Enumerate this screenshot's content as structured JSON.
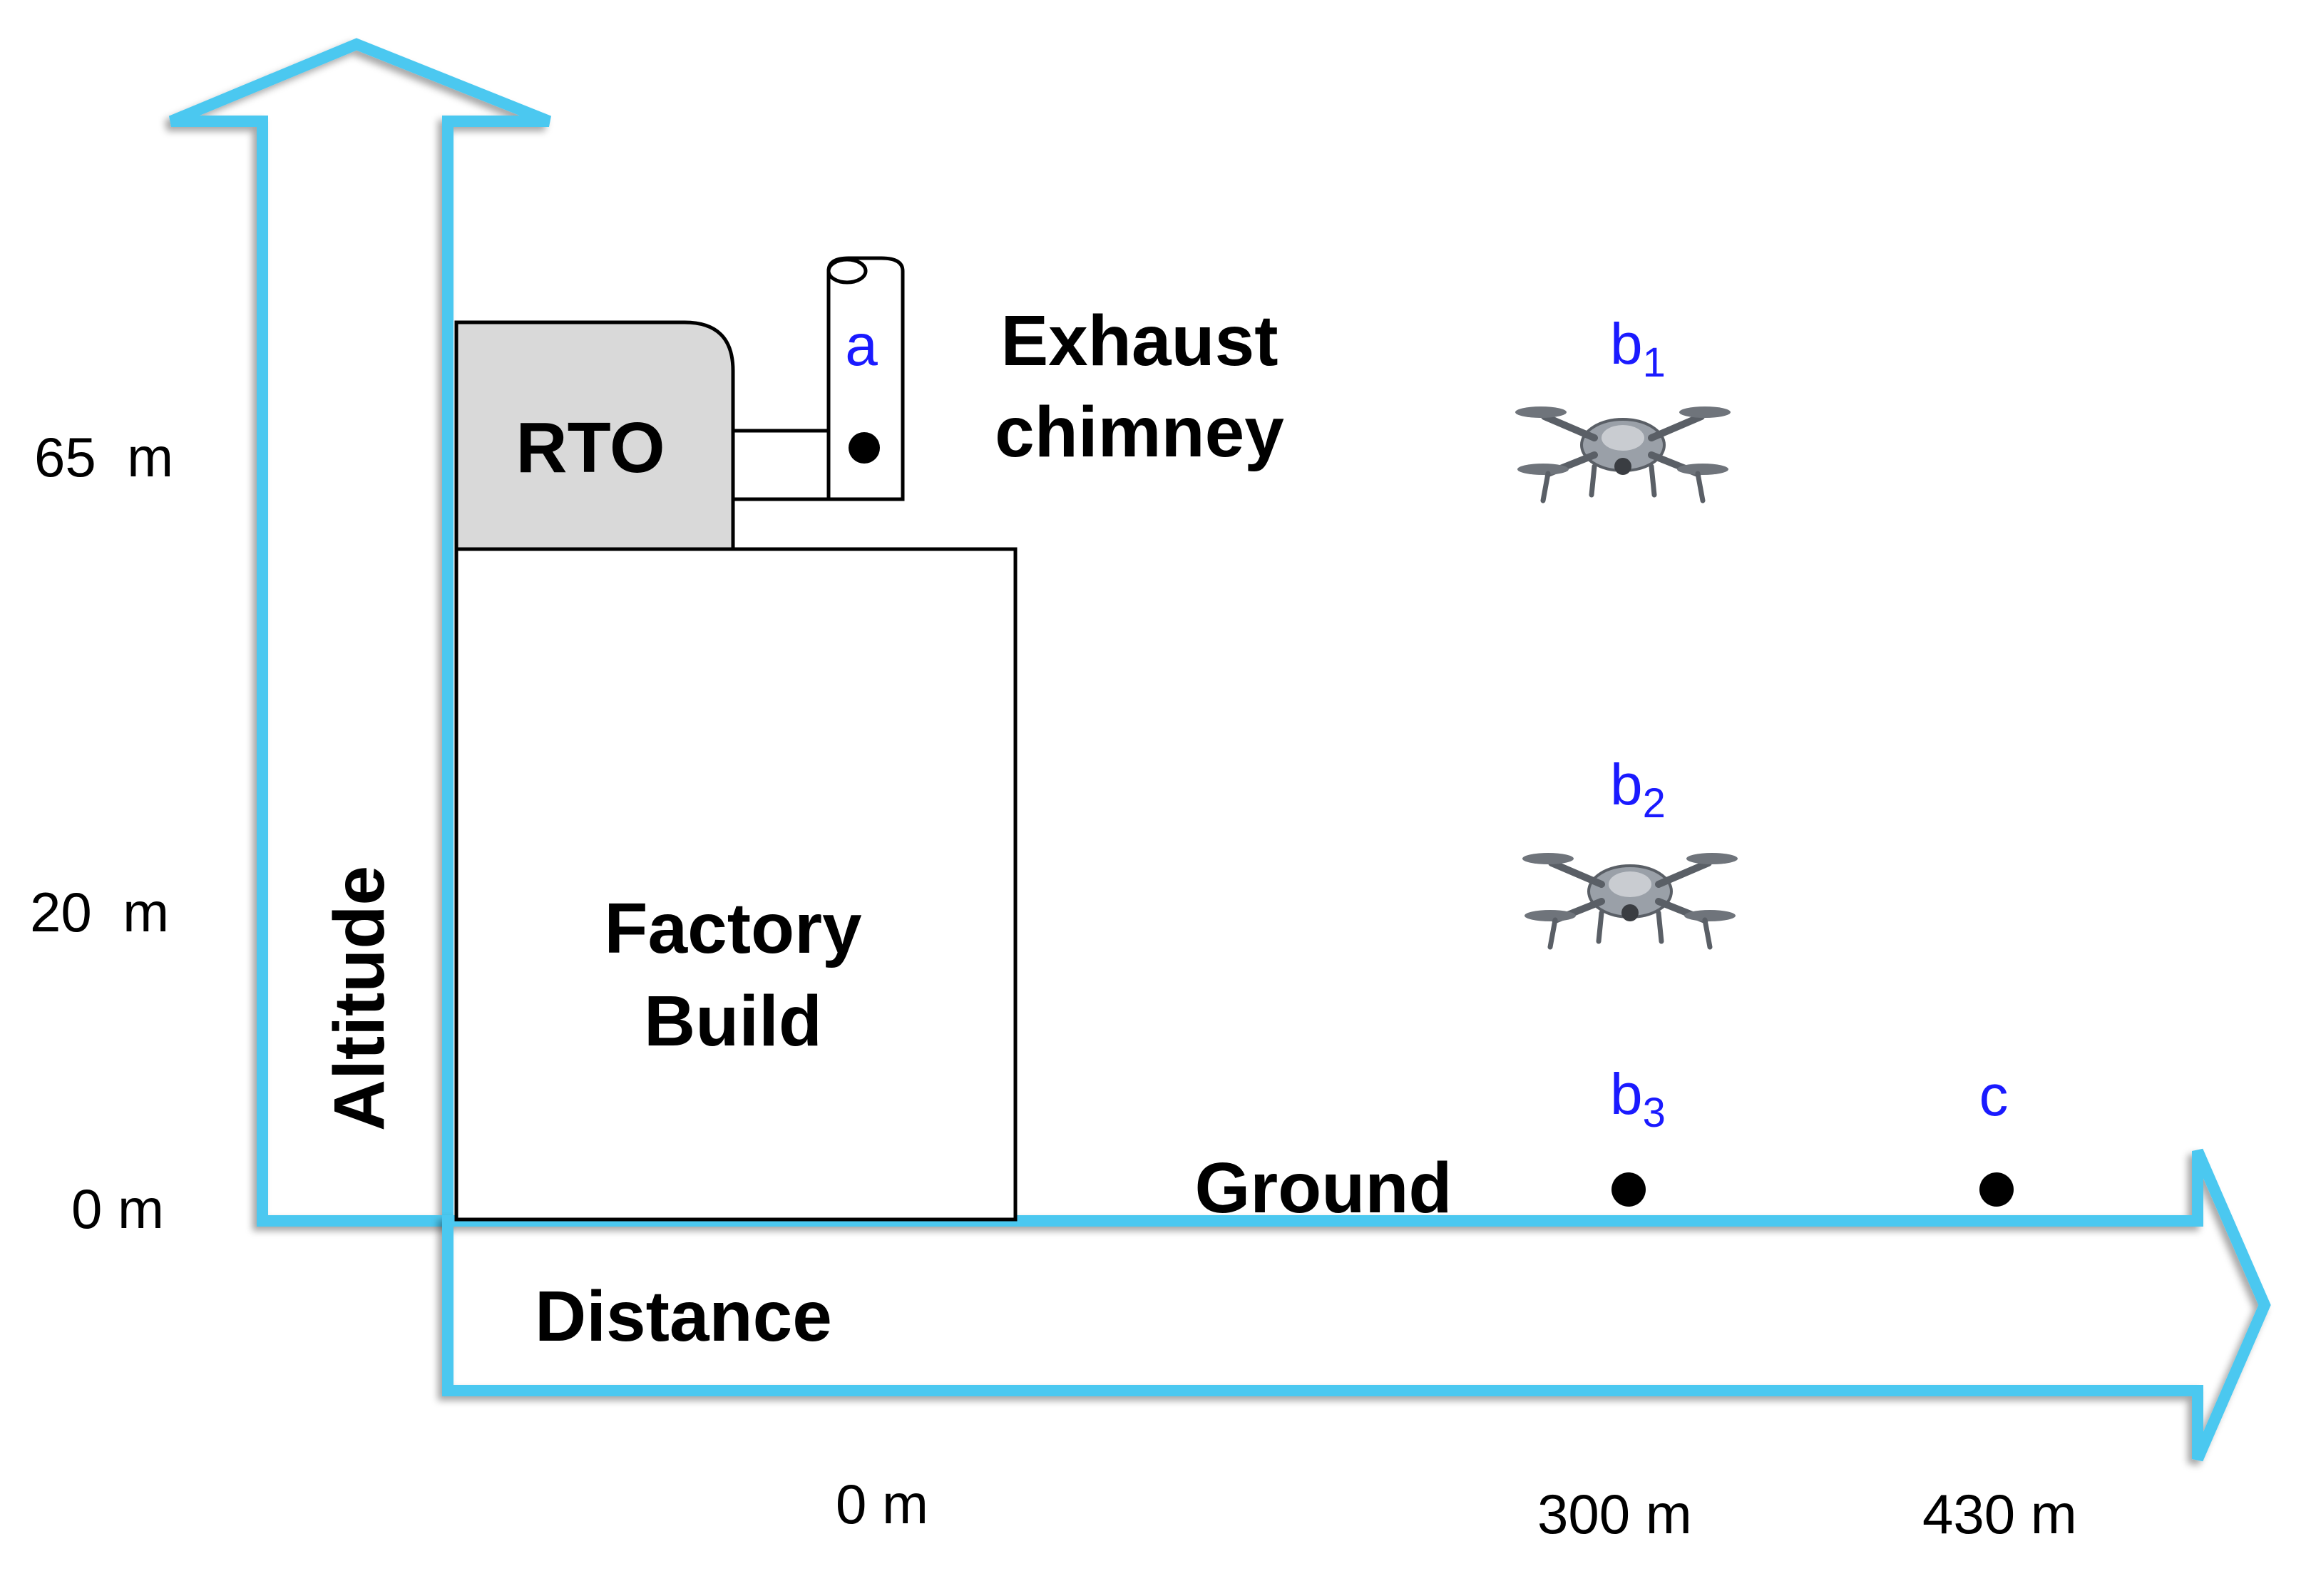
{
  "axes": {
    "altitude_label": "Altitude",
    "distance_label": "Distance",
    "altitude_ticks": [
      "65  m",
      "20  m",
      "0 m"
    ],
    "distance_ticks": [
      "0 m",
      "300 m",
      "430 m"
    ]
  },
  "labels": {
    "rto": "RTO",
    "factory_line1": "Factory",
    "factory_line2": "Build",
    "exhaust_line1": "Exhaust",
    "exhaust_line2": "chimney",
    "ground": "Ground"
  },
  "points": {
    "a": "a",
    "b": "b",
    "b1_sub": "1",
    "b2_sub": "2",
    "b3_sub": "3",
    "c": "c"
  },
  "colors": {
    "arrow": "#4cc8f0",
    "point_label": "#1a1aff",
    "rto_fill": "#d9d9d9",
    "ink": "#000000"
  },
  "icons": [
    "drone-icon"
  ]
}
